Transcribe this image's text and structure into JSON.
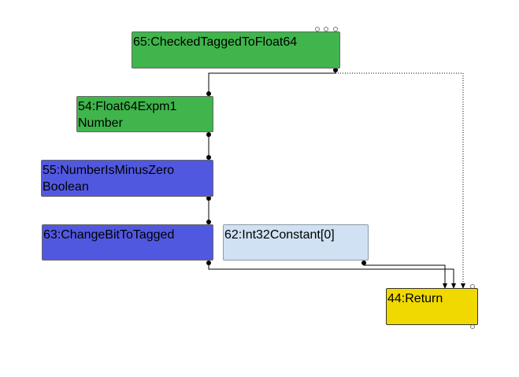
{
  "nodes": [
    {
      "id": "n65",
      "lines": [
        "65:CheckedTaggedToFloat64"
      ],
      "color": "#3fb54c"
    },
    {
      "id": "n54",
      "lines": [
        "54:Float64Expm1",
        "Number"
      ],
      "color": "#3fb54c"
    },
    {
      "id": "n55",
      "lines": [
        "55:NumberIsMinusZero",
        "Boolean"
      ],
      "color": "#5158e0"
    },
    {
      "id": "n63",
      "lines": [
        "63:ChangeBitToTagged"
      ],
      "color": "#5158e0"
    },
    {
      "id": "n62",
      "lines": [
        "62:Int32Constant[0]"
      ],
      "color": "#cfe1f3"
    },
    {
      "id": "n44",
      "lines": [
        "44:Return"
      ],
      "color": "#efd900"
    }
  ]
}
